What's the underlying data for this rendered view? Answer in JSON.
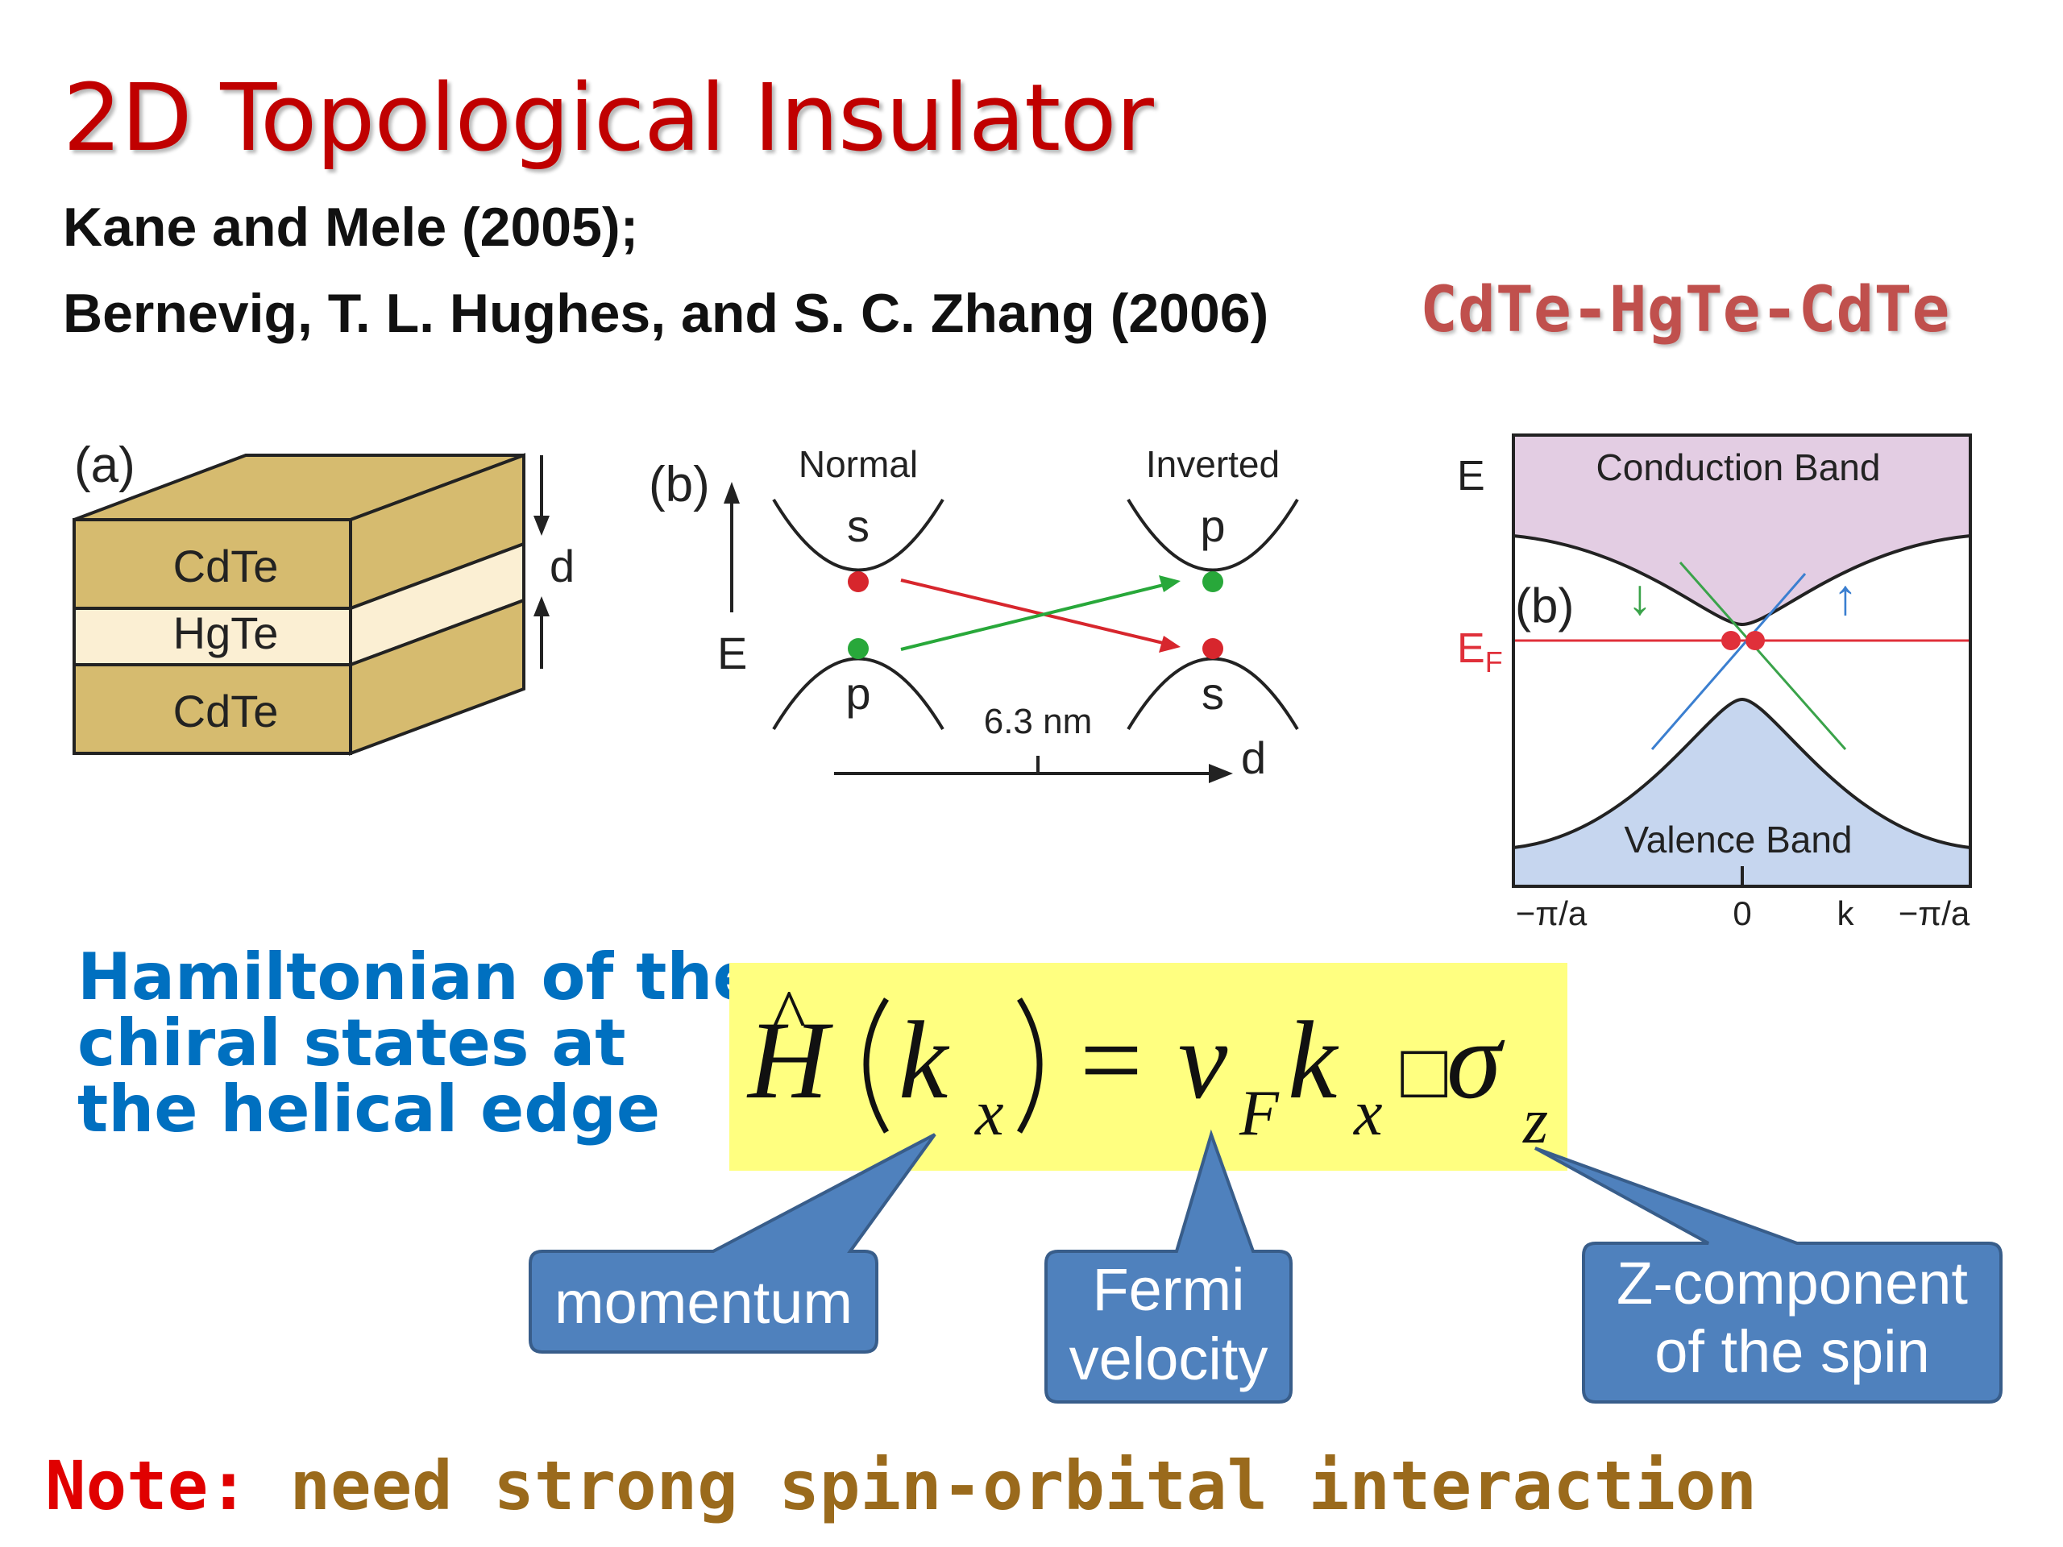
{
  "slide": {
    "title": "2D Topological Insulator",
    "references": [
      "Kane and Mele (2005);",
      "Bernevig, T. L. Hughes, and S. C. Zhang (2006)"
    ],
    "material": "CdTe-HgTe-CdTe"
  },
  "figure_a": {
    "panel_label": "(a)",
    "layers": [
      "CdTe",
      "HgTe",
      "CdTe"
    ],
    "thickness_label": "d"
  },
  "figure_b": {
    "panel_label": "(b)",
    "energy_axis_label": "E",
    "normal_label": "Normal",
    "inverted_label": "Inverted",
    "normal_upper": "s",
    "normal_lower": "p",
    "inverted_upper": "p",
    "inverted_lower": "s",
    "critical_thickness": "6.3 nm",
    "thickness_axis_label": "d"
  },
  "figure_c": {
    "energy_axis_label": "E",
    "conduction_band": "Conduction Band",
    "valence_band": "Valence Band",
    "panel_label": "(b)",
    "fermi_label": "E",
    "fermi_subscript": "F",
    "k_ticks": [
      "−π/a",
      "0",
      "k",
      "−π/a"
    ],
    "spin_down": "↓",
    "spin_up": "↑"
  },
  "hamiltonian": {
    "label_lines": [
      "Hamiltonian of the",
      "chiral states at",
      "the helical edge"
    ],
    "equation": {
      "H": "H",
      "hat": "^",
      "k": "k",
      "x_sub": "x",
      "equals": "=",
      "v": "v",
      "F_sub": "F",
      "box": "□",
      "sigma": "σ",
      "z_sub": "z"
    }
  },
  "callouts": {
    "momentum": "momentum",
    "fermi_velocity": [
      "Fermi",
      "velocity"
    ],
    "spin_component": [
      "Z-component",
      "of the spin"
    ]
  },
  "note": {
    "prefix": "Note:",
    "text": "need strong spin-orbital interaction"
  },
  "colors": {
    "title": "#c00000",
    "material": "#c0504d",
    "hamiltonian_label": "#0070c0",
    "equation_background": "#ffff80",
    "callout_fill": "#4f81bd",
    "note_prefix": "#e00000",
    "note_text": "#9a6a1c",
    "layer_cdte": "#d6bb6f",
    "layer_hgte": "#fbefd3",
    "conduction_band_fill": "#e3cde3",
    "valence_band_fill": "#c6d6ef",
    "fermi_line": "#e0303a"
  }
}
